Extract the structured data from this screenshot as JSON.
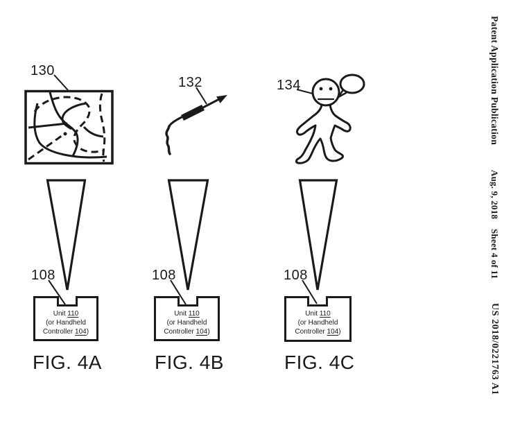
{
  "sidebar": {
    "publication": "Patent Application Publication",
    "date": "Aug. 9, 2018",
    "sheet": "Sheet 4 of 11",
    "patent_number": "US 2018/0221763 A1"
  },
  "figures": [
    {
      "caption": "FIG. 4A",
      "projection_type": "projected-map-image",
      "projection_ref": "130",
      "unit_ref": "108",
      "unit": {
        "line1_prefix": "Unit ",
        "line1_ref": "110",
        "line2": "(or Handheld",
        "line3_prefix": "Controller ",
        "line3_ref": "104",
        "line3_suffix": ")"
      }
    },
    {
      "caption": "FIG. 4B",
      "projection_type": "projected-arrow-image",
      "projection_ref": "132",
      "unit_ref": "108",
      "unit": {
        "line1_prefix": "Unit ",
        "line1_ref": "110",
        "line2": "(or Handheld",
        "line3_prefix": "Controller ",
        "line3_ref": "104",
        "line3_suffix": ")"
      }
    },
    {
      "caption": "FIG. 4C",
      "projection_type": "projected-person-image",
      "projection_ref": "134",
      "unit_ref": "108",
      "unit": {
        "line1_prefix": "Unit ",
        "line1_ref": "110",
        "line2": "(or Handheld",
        "line3_prefix": "Controller ",
        "line3_ref": "104",
        "line3_suffix": ")"
      }
    }
  ]
}
